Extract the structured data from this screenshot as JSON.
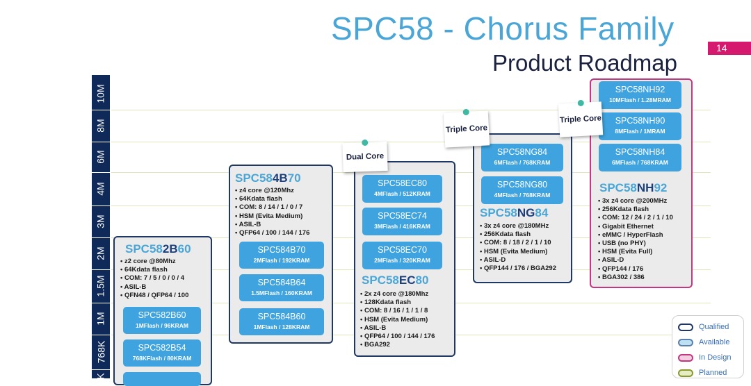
{
  "header": {
    "title": "SPC58 - Chorus Family",
    "subtitle": "Product Roadmap",
    "page_number": "14"
  },
  "axis": {
    "labels": [
      "10M",
      "8M",
      "6M",
      "4M",
      "3M",
      "2M",
      "1.5M",
      "1M",
      "768K",
      "K"
    ]
  },
  "notes": {
    "dual_core": "Dual Core",
    "triple_core_1": "Triple Core",
    "triple_core_2": "Triple Core"
  },
  "colors": {
    "qualified": "#1f3763",
    "available": "#3ea3de",
    "in_design": "#c2377f",
    "planned": "#8a9a2a"
  },
  "families": {
    "b60": {
      "title_prefix": "SPC58",
      "title_bold": "2B",
      "title_suffix": "60",
      "specs": [
        "z2 core @80Mhz",
        "64Kdata flash",
        "COM: 7 / 5 / 0 / 0 / 4",
        "ASIL-B",
        "QFN48 / QFP64 / 100"
      ],
      "chips": [
        {
          "name": "SPC582B60",
          "mem": "1MFlash / 96KRAM"
        },
        {
          "name": "SPC582B54",
          "mem": "768KFlash / 80KRAM"
        }
      ]
    },
    "b70": {
      "title_prefix": "SPC58",
      "title_bold": "4B",
      "title_suffix": "70",
      "specs": [
        "z4 core @120Mhz",
        "64Kdata flash",
        "COM: 8 / 14 / 1 / 0 / 7",
        "HSM (Evita Medium)",
        "ASIL-B",
        "QFP64 / 100 / 144 / 176"
      ],
      "chips": [
        {
          "name": "SPC584B70",
          "mem": "2MFlash / 192KRAM"
        },
        {
          "name": "SPC584B64",
          "mem": "1.5MFlash / 160KRAM"
        },
        {
          "name": "SPC584B60",
          "mem": "1MFlash / 128KRAM"
        }
      ]
    },
    "ec80": {
      "title_prefix": "SPC58",
      "title_bold": "EC",
      "title_suffix": "80",
      "specs": [
        "2x z4 core @180Mhz",
        "128Kdata flash",
        "COM: 8 / 16 / 1 / 1 / 8",
        "HSM (Evita Medium)",
        "ASIL-B",
        "QFP64 / 100 / 144 / 176",
        "BGA292"
      ],
      "chips": [
        {
          "name": "SPC58EC80",
          "mem": "4MFlash / 512KRAM"
        },
        {
          "name": "SPC58EC74",
          "mem": "3MFlash / 416KRAM"
        },
        {
          "name": "SPC58EC70",
          "mem": "2MFlash / 320KRAM"
        }
      ]
    },
    "ng84": {
      "title_prefix": "SPC58",
      "title_bold": "NG",
      "title_suffix": "84",
      "specs": [
        "3x z4 core @180MHz",
        "256Kdata flash",
        "COM: 8 / 18 / 2 / 1 / 10",
        "HSM (Evita Medium)",
        "ASIL-D",
        "QFP144 / 176 / BGA292"
      ],
      "chips": [
        {
          "name": "SPC58NG84",
          "mem": "6MFlash / 768KRAM"
        },
        {
          "name": "SPC58NG80",
          "mem": "4MFlash / 768KRAM"
        }
      ]
    },
    "nh92": {
      "title_prefix": "SPC58",
      "title_bold": "NH",
      "title_suffix": "92",
      "specs": [
        "3x z4 core @200MHz",
        "256Kdata flash",
        "COM: 12 / 24 / 2 / 1 / 10",
        "Gigabit Ethernet",
        "eMMC / HyperFlash",
        "USB (no PHY)",
        "HSM (Evita Full)",
        "ASIL-D",
        "QFP144 / 176",
        "BGA302 / 386"
      ],
      "chips": [
        {
          "name": "SPC58NH92",
          "mem": "10MFlash / 1.28MRAM"
        },
        {
          "name": "SPC58NH90",
          "mem": "8MFlash / 1MRAM"
        },
        {
          "name": "SPC58NH84",
          "mem": "6MFlash / 768KRAM"
        }
      ]
    }
  },
  "legend": {
    "items": [
      {
        "label": "Qualified",
        "icon": "pill-icon"
      },
      {
        "label": "Available",
        "icon": "pill-icon"
      },
      {
        "label": "In Design",
        "icon": "pill-icon"
      },
      {
        "label": "Planned",
        "icon": "pill-icon"
      }
    ]
  }
}
